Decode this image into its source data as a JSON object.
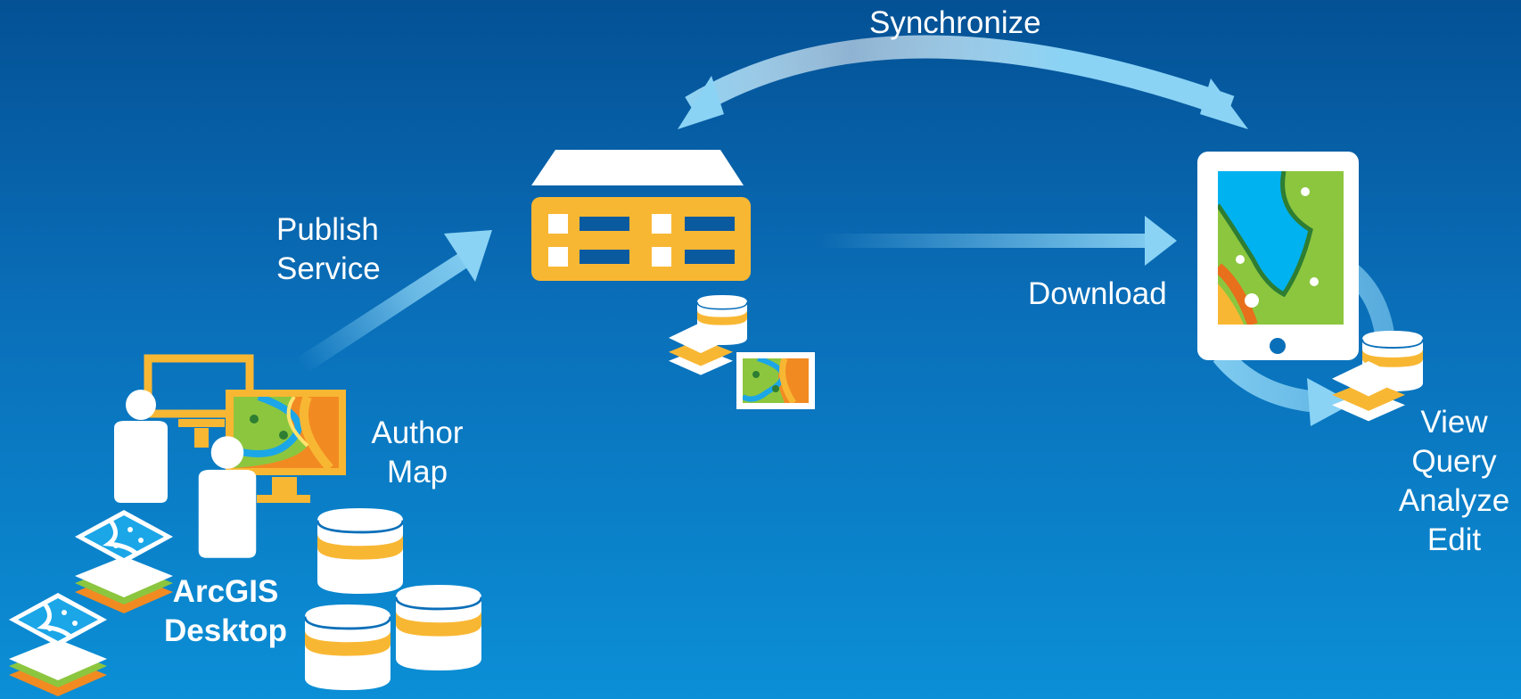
{
  "labels": {
    "synchronize": "Synchronize",
    "publish_service": [
      "Publish",
      "Service"
    ],
    "download": "Download",
    "author_map": [
      "Author",
      "Map"
    ],
    "arcgis_desktop": [
      "ArcGIS",
      "Desktop"
    ],
    "actions": [
      "View",
      "Query",
      "Analyze",
      "Edit"
    ]
  },
  "colors": {
    "background_top": "#045195",
    "background_bottom": "#0b8fd6",
    "accent_orange": "#f8b733",
    "arrow_light_blue": "#8ad3f5",
    "white": "#ffffff",
    "map_blue": "#1ba6e8",
    "map_green": "#8cc63f",
    "map_dark_green": "#2e7d32",
    "map_orange": "#f28a22"
  },
  "icons": [
    "server-icon",
    "tablet-map-icon",
    "user-icon",
    "monitor-icon",
    "database-icon",
    "layer-stack-icon",
    "map-thumbnail-icon",
    "arrow-icon"
  ]
}
